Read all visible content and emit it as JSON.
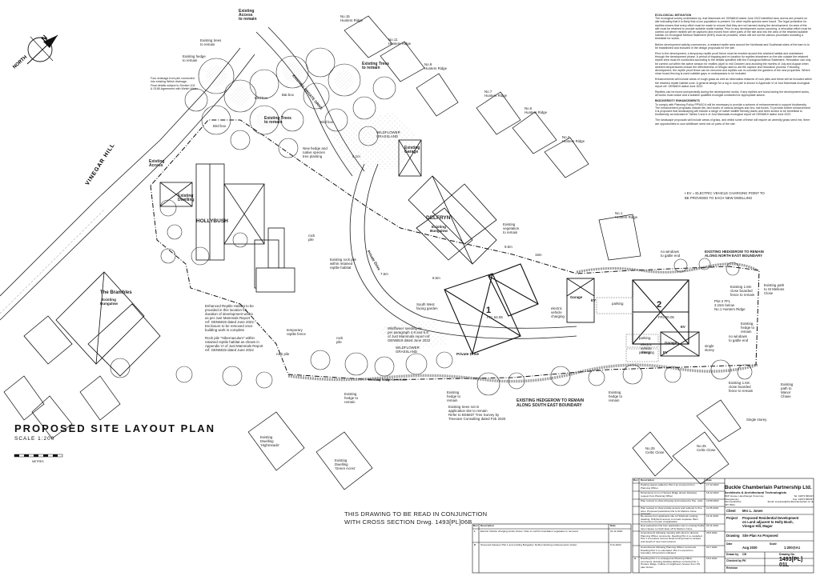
{
  "drawing": {
    "title": "PROPOSED SITE LAYOUT PLAN",
    "scale": "SCALE 1:200",
    "scale_bar_units": "METRES",
    "north": "NORTH",
    "cross_reference": "THIS DRAWING TO BE READ IN CONJUNCTION\nWITH CROSS SECTION Drwg. 1493[PL]06B"
  },
  "labels": {
    "vinegar_hill": "VINEGAR HILL",
    "private_drive": "Private Drive",
    "private_drive_lower": "Private Drive",
    "hollybush": "HOLLYBUSH",
    "existing_dwelling": "Existing\nDwelling",
    "delfryn": "DELFRYN",
    "existing_bungalow": "Existing\nBungalow",
    "the_brambles": "The Brambles",
    "brambles_bungalow": "Existing\nBungalow",
    "existing_garage": "Existing\nGarage",
    "existing_access_top": "Existing\nAccess\nto remain",
    "existing_access_left": "Existing\nAccess",
    "existing_trees_1": "Existing Trees\nto remain",
    "existing_trees_2": "Existing Trees\nto remain",
    "existing_private_drive": "EXISTING PRIVATE DRIVE",
    "wildflower_1": "WILDFLOWER\nGRASSLAND",
    "wildflower_2": "WILDFLOWER\nGRASSLAND",
    "existing_hedge_top": "Existing hedge\nto remain",
    "existing_trees_small": "Existing trees\nto remain",
    "bird_box_1": "Bird box",
    "bird_box_2": "Bird box",
    "bird_box_3": "Bird box",
    "bat_box": "Bat box",
    "tree_drainage_note": "Four drainage from pile connected\ninto existing Welsh drainage.\nFinal details subject to Section 104\n& S185 Agreement with Welsh Water",
    "new_hedge": "New hedge and\nnative species\ntree planting",
    "rock_pile_1": "rock\npile",
    "rock_pile_2": "rock\npile",
    "rock_pile_3": "rock pile",
    "reptile_habitat": "Existing rock pile\nwithin retained\nreptile habitat",
    "enhanced_reptile": "Enhanced Reptile Habitat to be\nprovided in this location for\nduration of development works\nas per Just Mammals Report\nref: GEN6819 dated June 2022.\nEnclosure to be removed once\nbuilding work is complete",
    "rock_pile_note": "Rock pile \"Hibernaculum\" within\nretained reptile habitat as shown in\nAppendix VI of Just Mammals Report\nref: GEN6819 dated June 2022",
    "temporary_fence": "temporary\nreptile fence",
    "wildflower_seeding": "Wildflower seeding as\nper paragraph 4.8 and 5.6\nof Just Mammals report ref:\nGEN6819 dated June 2022",
    "existing_vegetation": "Existing\nvegetation\nto remain",
    "south_west_garden": "South West\nfacing garden",
    "plot1": "1",
    "plot1_ffl": "FFL 54.55",
    "plot2": "2",
    "plot2_ffl": "FFL 50.05",
    "plot2_note": "Plot 2 FFL\n3.15m below\nNo.1 Hunters Ridge",
    "garage_1": "Garage",
    "garage_2": "Garage",
    "ev_1": "EV",
    "ev_2": "EV",
    "ev_3": "EV",
    "ev_charging_1": "electric\nvehicle\ncharging",
    "ev_charging_2": "electric\nvehicle\ncharging",
    "parking_1": "parking",
    "parking_2": "parking",
    "parking_3": "parking",
    "no_windows_1": "no windows\nto gable end",
    "no_windows_2": "no windows\nto gable end",
    "single_storey": "single\nstorey",
    "single_storey_2": "Single storey",
    "hedgerow_ne": "EXISTING HEDGEROW TO REMAIN\nALONG NORTH EAST BOUNDARY",
    "hedgerow_se": "EXISTING HEDGEROW TO REMAIN\nALONG SOUTH EAST BOUNDARY",
    "close_board_1": "Existing 1.8m\nclose boarded\nfence to remain",
    "close_board_2": "Existing 1.6m\nclose boarded\nfence to remain",
    "path_st_mellons": "Existing path\nto St Mellons\nClose",
    "path_manor": "Existing\npath to\nManor\nChase",
    "hedge_remain_1": "Existing\nhedge to\nremain",
    "hedge_remain_2": "Existing\nhedge to\nremain",
    "hedge_remain_3": "Existing\nhedge to\nremain",
    "hedge_remain_4": "Existing\nhedge to\nremain",
    "hedge_remain_line": "Existing hedge to remain",
    "trees_application": "Existing trees not in\napplication site to remain\nRefer to BS5837 Tree Survey by\nTreecare Consulting dated Feb 2020",
    "hunters_15": "No.15\nHunters Ridge",
    "hunters_11": "No.11\nHunters Ridge",
    "hunters_9": "No.9\nHunters Ridge",
    "hunters_7": "No.7\nHunters Ridge",
    "hunters_5": "No.5\nHunters Ridge",
    "hunters_3": "No.3\nHunters Ridge",
    "hunters_1": "No.1\nHunters Ridge",
    "celtic_25": "No.25\nCeltic Close",
    "celtic_26": "No.26\nCeltic Close",
    "highmeads": "Existing\nDwelling\n'Highmeads'",
    "green_acres": "Existing\nDwelling\n'Green Acres'",
    "dim_1": "9.5m",
    "dim_2": "8.5m",
    "dim_3": "6.1m",
    "dim_4": "7.5m",
    "dim_5": "16m"
  },
  "ev_note": "• EV = ELECTRIC VEHICLE CHARGING POINT TO\n  BE PROVIDED TO EACH NEW DWELLING",
  "notes": {
    "heading_1": "ECOLOGICAL MITIGATION",
    "para_1": "The ecological survey undertaken by Just Mammals ref: GEN6819 dated June 2022 identified slow worms are present on site indicating that it is likely that a low population is present. No other reptile species were found. The legal protection for reptiles means that every effort must be made to ensure that they are not harmed during the development. An area of the site must be retained to provide suitable reptile habitat. Prior to any development works occurring, a relocation effort must be carried out where reptiles will be captured and moved from other parts of the site and into the area of the retained suitable habitat. An Ecological Method Statement (EMS) must be provided, which will set out the various processes including a timetable for works.",
    "para_2": "Before development activity commences, a retained reptile area around the Northeast and Southeast sides of the barn is to be established and included in the design proposals for the site.",
    "para_3": "Prior to the development, a temporary reptile proof fence must be erected around this retained habitat and maintained through the development phase. A period of trapping and re-location for reptiles elsewhere on the site outside the retained reptile area must be conducted according to the details specified with the Ecological Method Statement. Relocation can only be carried out within the active season for reptiles (April to mid October) and avoiding the months of July and August when ambient temperatures reduce the effectiveness of refugia used to aid the capture and relocation process. Following development, the reptile proof fence can be removed and reptiles can re-colonise the gardens of the new properties. Where close board fencing is used suitable gaps or underpasses to be included.",
    "para_4": "Enhancements will include areas of rough grass as well as hibernation features of rock piles and these will be included within the retained reptile habitat zone. A general design for a log or rock pile is shown in Appendix VI of Just Mammals ecological report ref: GEN6819 dated June 2022.",
    "para_5": "Reptiles can be found unexpectedly during the development works. If any reptiles are found during the development works, all works must cease and a suitable qualified ecologist contacted for appropriate advice.",
    "heading_2": "BIODIVERSITY ENHANCEMENTS",
    "para_6": "To comply with Planning Policy PPW10 it will be necessary to provide a scheme of enhancements to support biodiversity. The enhancement proposals include tits, bird boxes of various designs and 3no. bat boxes. To provide further enhancement it is proposed that landscaping will include a range of native wildlife friendly plants and trees known to be beneficial to biodiversity as indicated in Tables 3 and 4 of Just Mammals ecological report ref GEN6819 dated June 2022.",
    "para_7": "The landscape proposals will include areas of grass, and whilst some of these will require an amenity grass seed mix, there are opportunities to sow wildflower seed mix on parts of the site."
  },
  "title_block": {
    "firm": "Buckle Chamberlain Partnership Ltd.",
    "firm_sub": "Architects & Architectural Technologists",
    "address": "BCP House, Llanvihangel Crucorney\nAbergavenny\nMonmouthshire\nNP7 8DH",
    "contact": "Tel: 01873 890327\nFax: 01873 890327\nEmail: enquiries@bucklechamberlain.co.uk",
    "client_key": "Client",
    "client": "Mrs L. Jones",
    "project_key": "Project",
    "project": "Proposed Residential Development\non Land adjacent to Holly Bush,\nVinegar Hill, Magor",
    "drawing_key": "Drawing",
    "drawing": "Site Plan As Proposed",
    "date_key": "Date",
    "date": "Aug 2020",
    "scale_key": "Scale",
    "scale": "1:200@A1",
    "drawn_key": "Drawn by",
    "drawn": "CB",
    "checked_key": "Checked by",
    "checked": "PK",
    "revision_key": "Revision",
    "drawing_no_key": "Drawing No.",
    "drawing_no": "1493[PL] 01L"
  },
  "revisions": {
    "header": [
      "Rev",
      "Description",
      "Date"
    ],
    "rows": [
      [
        "",
        "Parking spaces added to Plot 2 as comment from Planning Officer",
        "17.12.2022"
      ],
      [
        "",
        "Dimensions to no.1 Hunters Ridge shown following request from Planning Officer",
        "15.12.2022"
      ],
      [
        "",
        "Plan revised to show driveway and reduced to 5no. units",
        "10.08.2022"
      ],
      [
        "",
        "Plan revised to show private access and reduced to 3no. sites. Proposed pedestrian link to St Mellons Close removed",
        "11.05.2022"
      ],
      [
        "",
        "Re-access from applicants site to Hollybush existing dwelling. Hollybush access to remain separate. Barn Conversion not part of application",
        "14.11.2021"
      ],
      [
        "",
        "New pedestrian link from application site to existing Public Open Space to North East off St Mellons Close",
        "03.11.2021"
      ],
      [
        "",
        "Amendments following meeting with client to discuss Planning Officer comments. Dwelling Plot 1 re-modelled. Plot 1 re-located. Access Road turning head re-located and length of new road reduced",
        "26.8.2021"
      ],
      [
        "",
        "Amendments following Planning Officer comments. Dwelling Plot 1 re-orientated. Plot 2 moved from boundary. Dimensions indicated",
        "23.7.2021"
      ],
      [
        "A",
        "Dwelling Plot 1 re-arranged as Planning Officer comments. Existing dwelling address corrected No. 1 Hunters Ridge. Outline of neighbours houses from OS plan shown",
        "16.6.2021"
      ]
    ],
    "left_rows": [
      [
        "L",
        "Electric Vehicle charging points shown. Note to confirm foundation vegetation is removed",
        "01.11.2022"
      ],
      [
        "K",
        "Screened between Plot 1 and existing Bungalow. Delfryn Existing enhancements shown",
        "8.11.2022"
      ]
    ]
  }
}
